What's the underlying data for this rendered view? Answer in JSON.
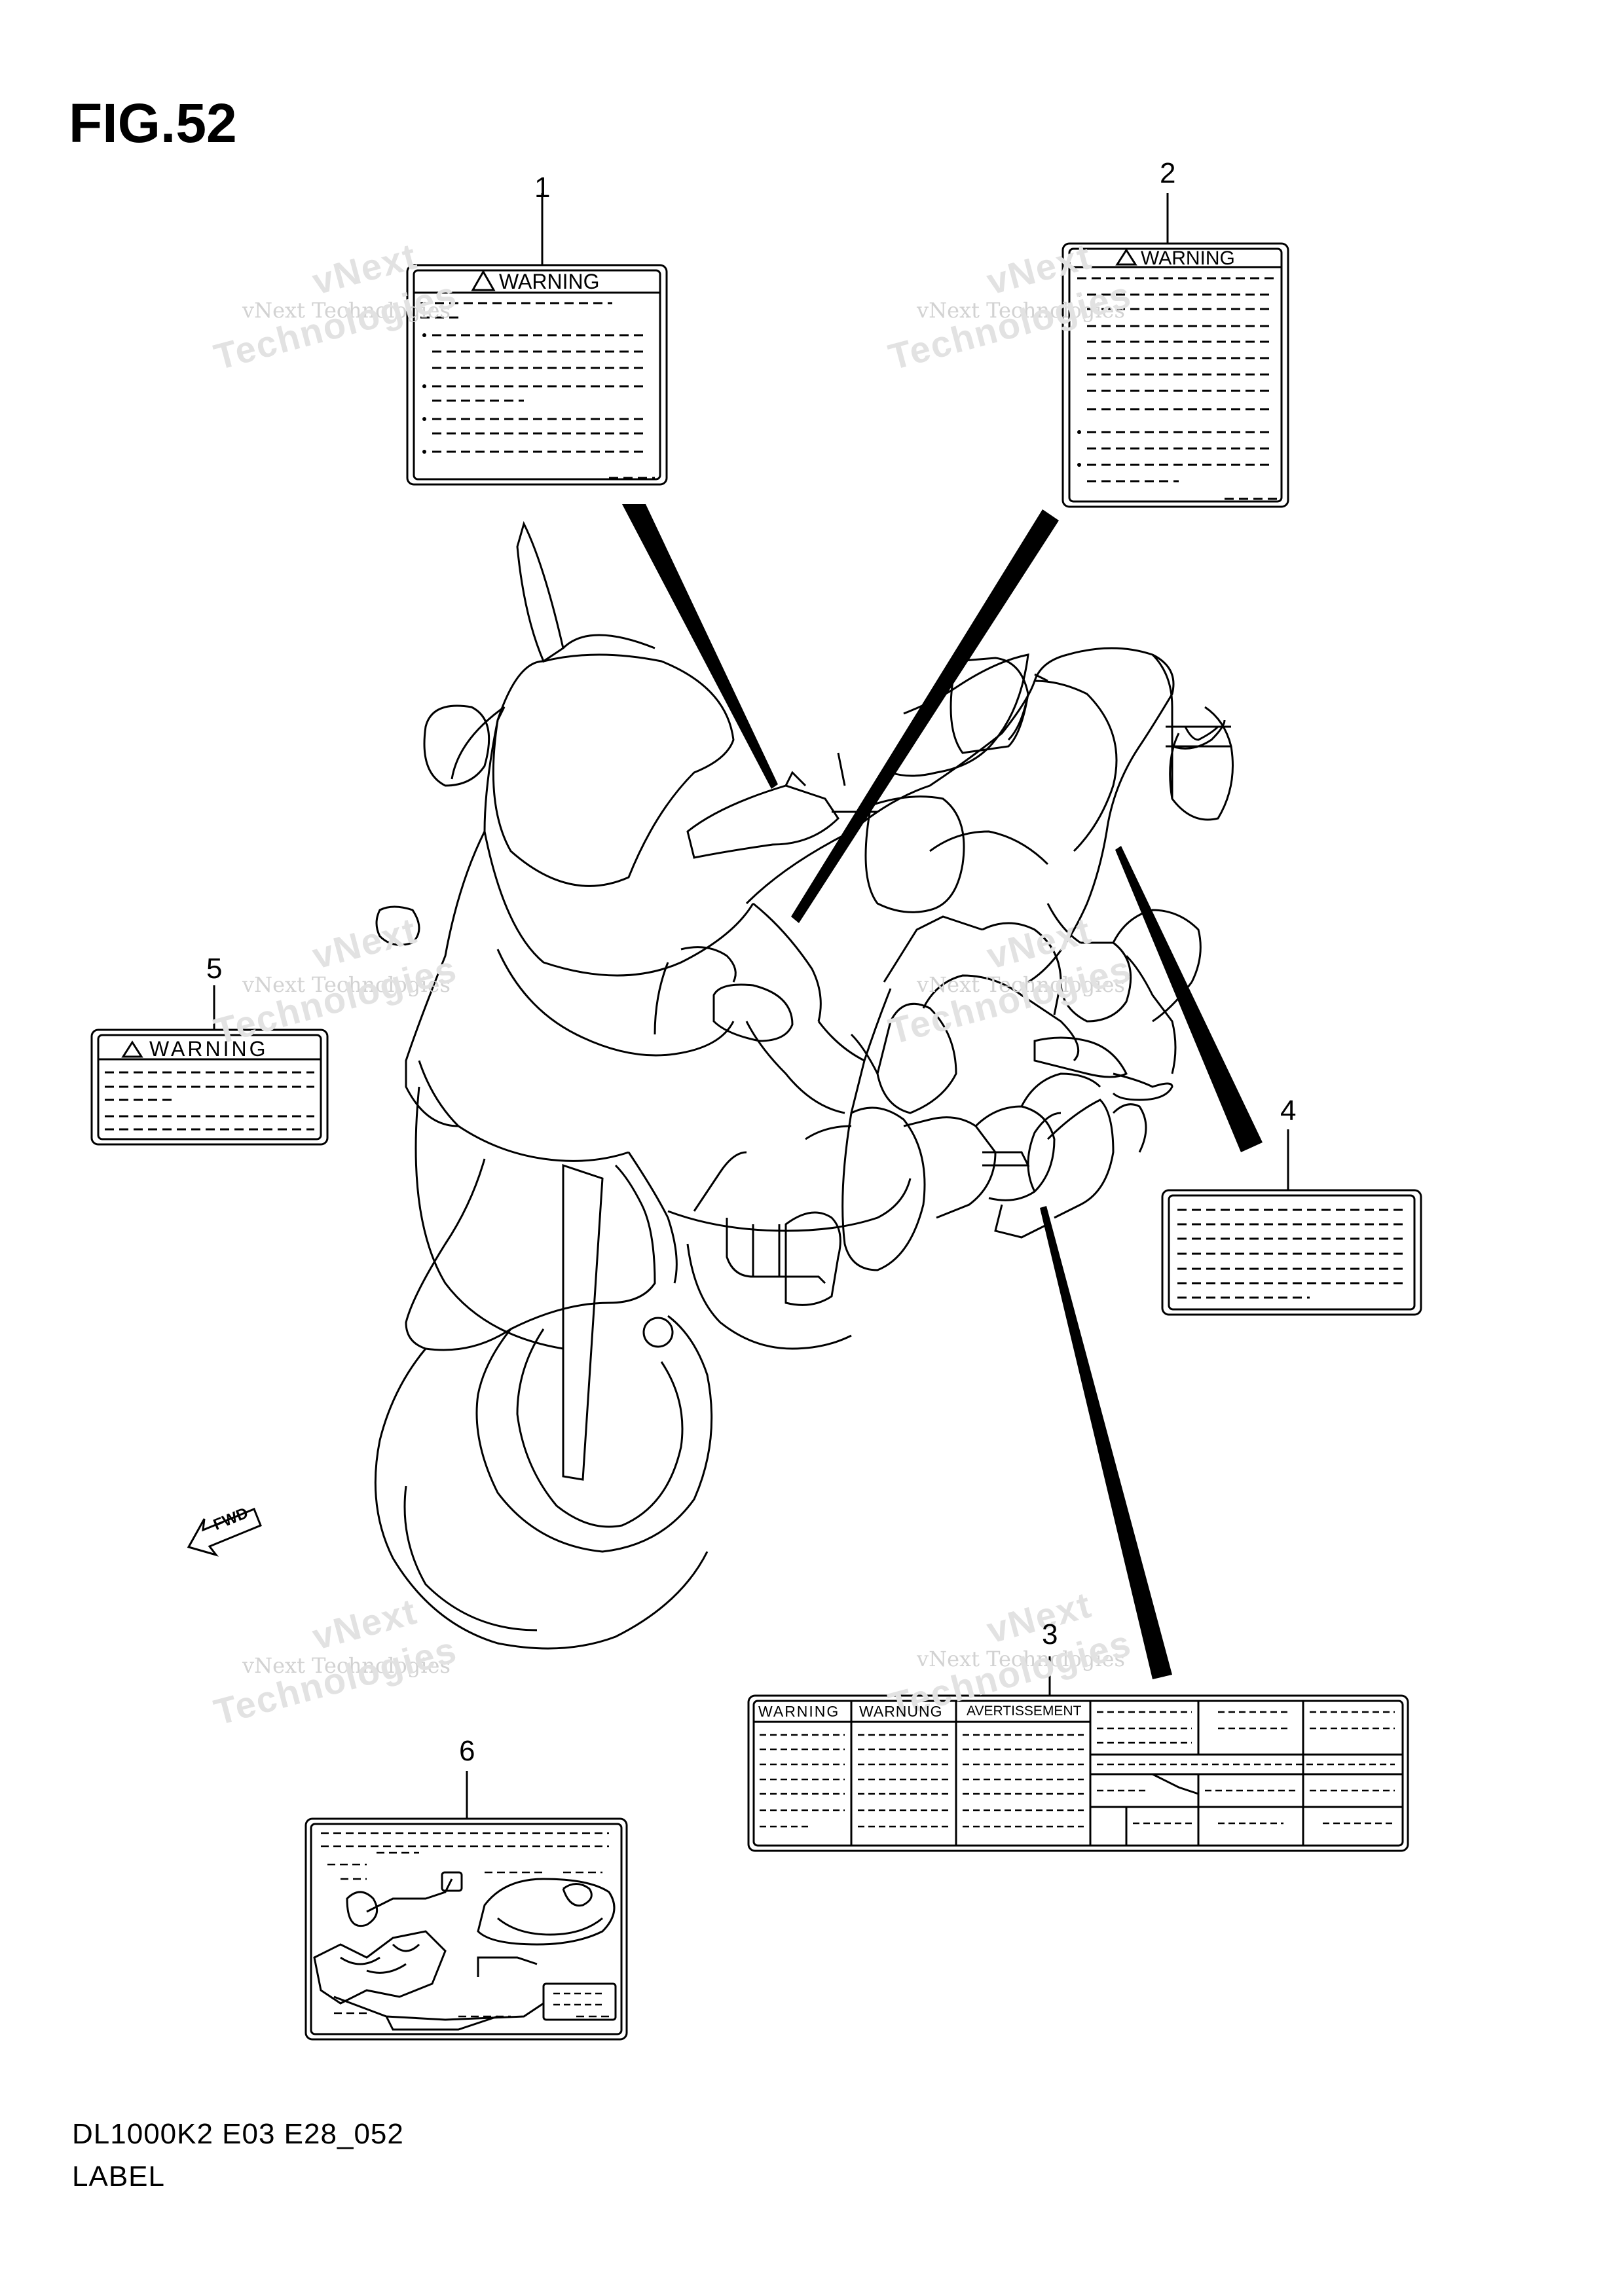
{
  "figure": {
    "title": "FIG.52",
    "model_code": "DL1000K2 E03 E28_052",
    "caption": "LABEL"
  },
  "callouts": [
    "1",
    "2",
    "3",
    "4",
    "5",
    "6"
  ],
  "labels": {
    "warning_1": "WARNING",
    "warning_2": "WARNING",
    "warning_5": "WARNING",
    "label3_col1": "WARNING",
    "label3_col2": "WARNUNG",
    "label3_col3": "AVERTISSEMENT",
    "fwd_arrow": "FWD"
  },
  "watermark": {
    "line1": "vNext Technologies",
    "line2": "vNext",
    "line3": "Technologies"
  },
  "colors": {
    "ink": "#000000",
    "watermark": "#d2d2d2",
    "background": "#ffffff"
  }
}
